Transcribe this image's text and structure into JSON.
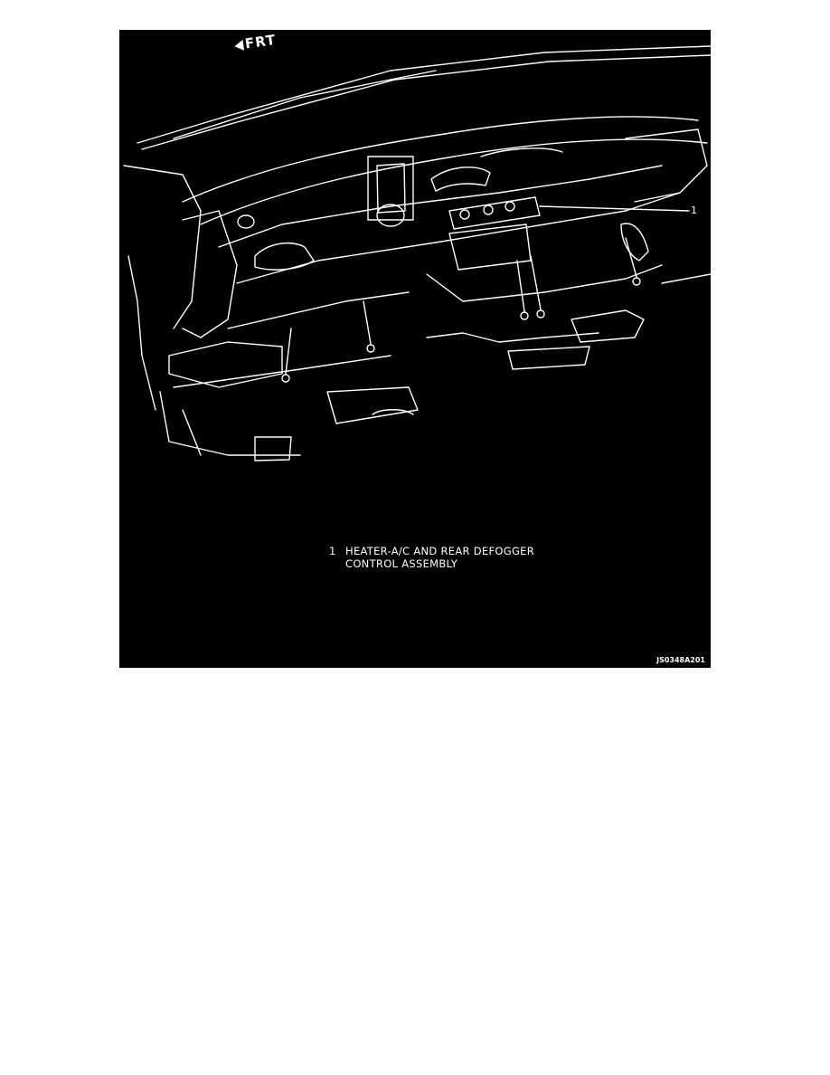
{
  "figure": {
    "direction_label": "FRT",
    "callout_number": "1",
    "legend": {
      "number": "1",
      "line1": "HEATER-A/C AND REAR DEFOGGER",
      "line2": "CONTROL ASSEMBLY"
    },
    "figure_id": "JS0348A201",
    "background_color": "#000000",
    "line_color": "#ffffff"
  }
}
